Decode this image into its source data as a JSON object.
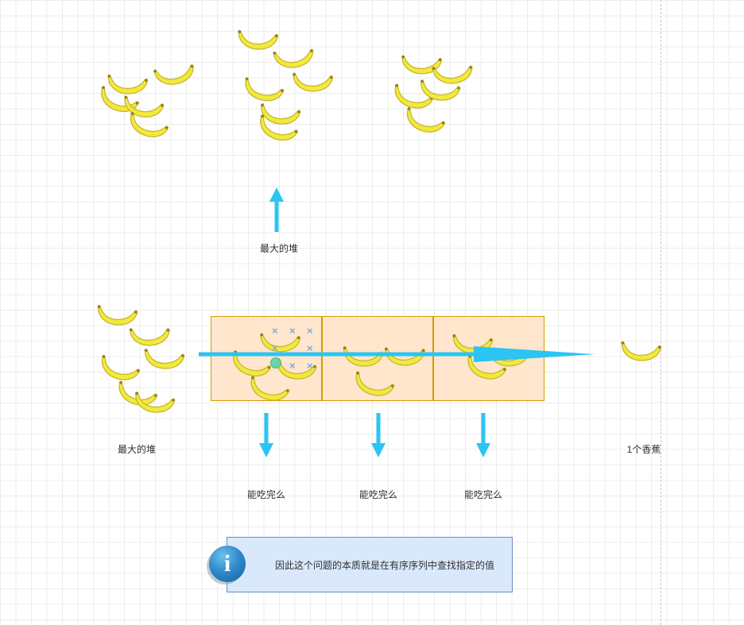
{
  "colors": {
    "arrow": "#2bc4f3",
    "cell_fill": "#ffe6cc",
    "cell_border": "#d79b00",
    "info_fill": "#dae8fc",
    "info_border": "#6c8ebf",
    "banana_fill": "#f2e93e",
    "banana_stroke": "#c9b62c",
    "banana_tip": "#8f7f22",
    "handle": "#7ea9dc",
    "dot": "#63d3a6",
    "grid": "#ececec",
    "page_divider": "#c4c4c4",
    "label_text": "#2f2f2f"
  },
  "labels": {
    "top_pile": "最大的堆",
    "left_pile": "最大的堆",
    "single_banana": "1个香蕉",
    "question_1": "能吃完么",
    "question_2": "能吃完么",
    "question_3": "能吃完么",
    "info_text": "因此这个问题的本质就是在有序序列中查找指定的值"
  },
  "icons": {
    "banana": "banana-icon",
    "info": "i",
    "selection_handle": "×"
  },
  "clusters": [
    {
      "id": "top-left-pile",
      "count": 5
    },
    {
      "id": "top-middle-pile",
      "count": 6
    },
    {
      "id": "top-right-pile",
      "count": 5
    },
    {
      "id": "left-pile",
      "count": 6
    },
    {
      "id": "cell-1",
      "count": 4
    },
    {
      "id": "cell-2",
      "count": 3
    },
    {
      "id": "cell-3",
      "count": 3
    },
    {
      "id": "single-banana",
      "count": 1
    }
  ]
}
